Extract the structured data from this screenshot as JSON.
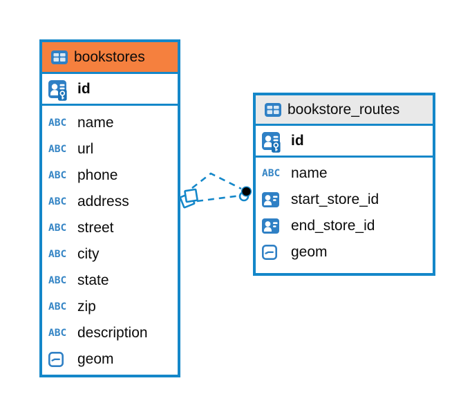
{
  "colors": {
    "accent_blue": "#1487C9",
    "icon_blue": "#2F80C5",
    "abc_blue": "#3585C5",
    "selected_header_orange": "#F5803E",
    "header_gray": "#E9E9E9",
    "text": "#0B0B0B",
    "background": "#FFFFFF"
  },
  "icons": {
    "abc_text": "ABC"
  },
  "tables": [
    {
      "name": "bookstores",
      "header": {
        "icon": "table-icon",
        "highlighted": true
      },
      "primary_key": {
        "name": "id",
        "icon": "person-key-icon"
      },
      "columns": [
        {
          "name": "name",
          "icon": "abc-icon"
        },
        {
          "name": "url",
          "icon": "abc-icon"
        },
        {
          "name": "phone",
          "icon": "abc-icon"
        },
        {
          "name": "address",
          "icon": "abc-icon"
        },
        {
          "name": "street",
          "icon": "abc-icon"
        },
        {
          "name": "city",
          "icon": "abc-icon"
        },
        {
          "name": "state",
          "icon": "abc-icon"
        },
        {
          "name": "zip",
          "icon": "abc-icon"
        },
        {
          "name": "description",
          "icon": "abc-icon"
        },
        {
          "name": "geom",
          "icon": "geometry-icon"
        }
      ]
    },
    {
      "name": "bookstore_routes",
      "header": {
        "icon": "table-icon",
        "highlighted": false
      },
      "primary_key": {
        "name": "id",
        "icon": "person-key-icon"
      },
      "columns": [
        {
          "name": "name",
          "icon": "abc-icon"
        },
        {
          "name": "start_store_id",
          "icon": "person-ref-icon"
        },
        {
          "name": "end_store_id",
          "icon": "person-ref-icon"
        },
        {
          "name": "geom",
          "icon": "geometry-icon"
        }
      ]
    }
  ],
  "relationships": [
    {
      "from_table": "bookstores",
      "to_table": "bookstore_routes",
      "line_style": "dashed",
      "line_count": 2,
      "source_marker": "stacked-squares",
      "target_marker": "stacked-dots"
    }
  ]
}
